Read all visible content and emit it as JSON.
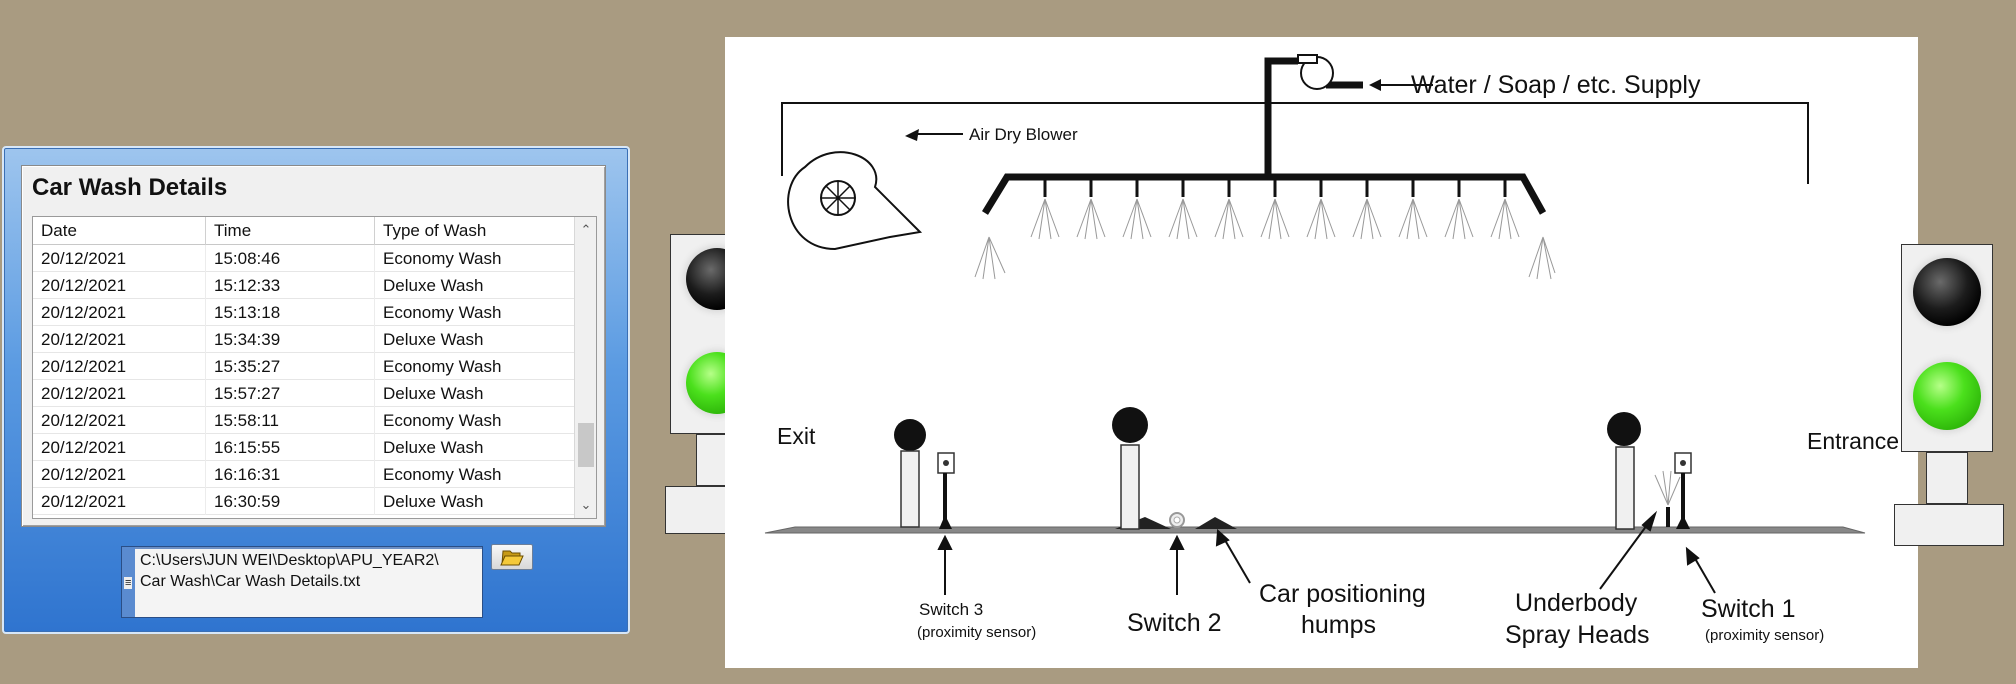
{
  "car_wash_details": {
    "title": "Car Wash Details",
    "columns": [
      "Date",
      "Time",
      "Type of Wash"
    ],
    "rows": [
      [
        "20/12/2021",
        "15:08:46",
        "Economy Wash"
      ],
      [
        "20/12/2021",
        "15:12:33",
        "Deluxe Wash"
      ],
      [
        "20/12/2021",
        "15:13:18",
        "Economy Wash"
      ],
      [
        "20/12/2021",
        "15:34:39",
        "Deluxe Wash"
      ],
      [
        "20/12/2021",
        "15:35:27",
        "Economy Wash"
      ],
      [
        "20/12/2021",
        "15:57:27",
        "Deluxe Wash"
      ],
      [
        "20/12/2021",
        "15:58:11",
        "Economy Wash"
      ],
      [
        "20/12/2021",
        "16:15:55",
        "Deluxe Wash"
      ],
      [
        "20/12/2021",
        "16:16:31",
        "Economy Wash"
      ],
      [
        "20/12/2021",
        "16:30:59",
        "Deluxe Wash"
      ]
    ]
  },
  "file_path": {
    "line1": "C:\\Users\\JUN WEI\\Desktop\\APU_YEAR2\\",
    "line2": "Car Wash\\Car Wash Details.txt",
    "browse_icon": "folder-open-icon"
  },
  "traffic_lights": {
    "exit": {
      "top_lamp": "off",
      "bottom_lamp": "green"
    },
    "entrance": {
      "top_lamp": "off",
      "bottom_lamp": "green"
    },
    "colors": {
      "green": "#4be01c",
      "off": "#000000"
    }
  },
  "diagram": {
    "supply_label": "Water / Soap / etc. Supply",
    "blower_label": "Air Dry Blower",
    "exit_label": "Exit",
    "entrance_label": "Entrance",
    "switch3_label": "Switch 3",
    "switch3_sub": "(proximity sensor)",
    "switch2_label": "Switch 2",
    "humps_label_1": "Car positioning",
    "humps_label_2": "humps",
    "underbody_label_1": "Underbody",
    "underbody_label_2": "Spray Heads",
    "switch1_label": "Switch 1",
    "switch1_sub": "(proximity sensor)"
  }
}
